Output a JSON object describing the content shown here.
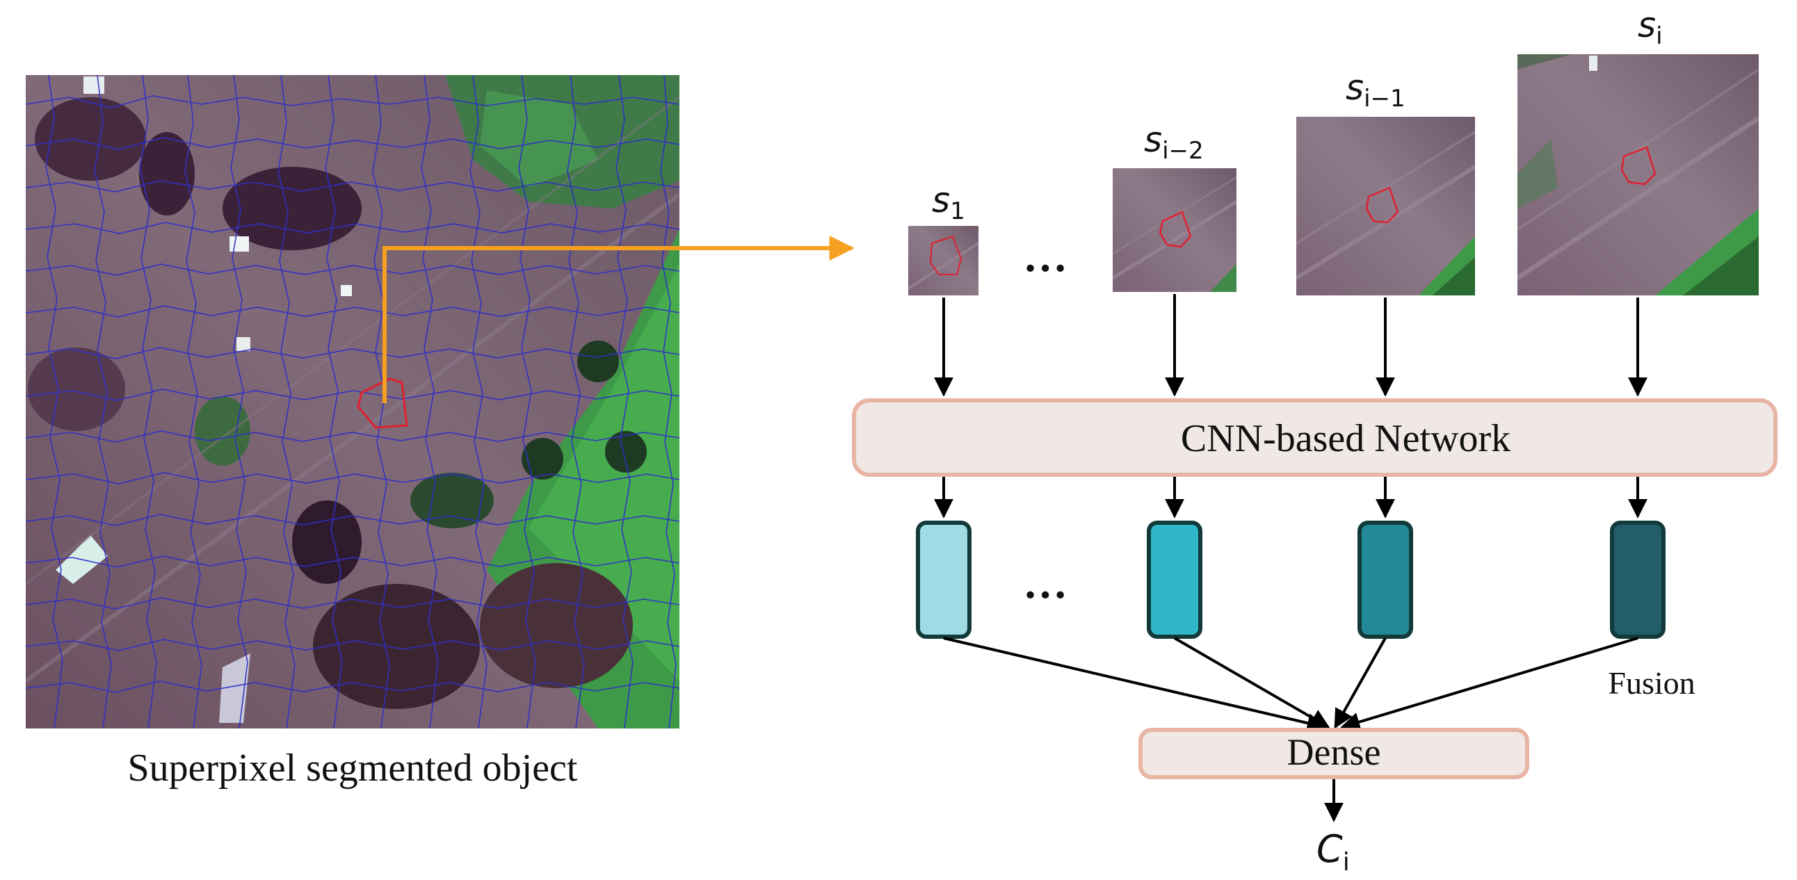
{
  "left_panel": {
    "caption": "Superpixel segmented object"
  },
  "scales": [
    {
      "label_base": "s",
      "label_sub": "1"
    },
    {
      "label_base": "s",
      "label_sub": "i−2"
    },
    {
      "label_base": "s",
      "label_sub": "i−1"
    },
    {
      "label_base": "s",
      "label_sub": "i"
    }
  ],
  "ellipsis": "…",
  "network": {
    "label": "CNN-based Network"
  },
  "fusion": {
    "label": "Fusion",
    "feature_colors": [
      "#9edbe5",
      "#2fb6c8",
      "#218a96",
      "#215e69"
    ]
  },
  "dense": {
    "label": "Dense"
  },
  "output": {
    "label_base": "C",
    "label_sub": "i"
  },
  "colors": {
    "arrow": "#f5a020",
    "box_fill": "#f0e8e4",
    "box_stroke": "#e8b4a4",
    "segment_line": "#3030c8",
    "highlight": "#e02030",
    "feature_stroke": "#123a3a"
  }
}
